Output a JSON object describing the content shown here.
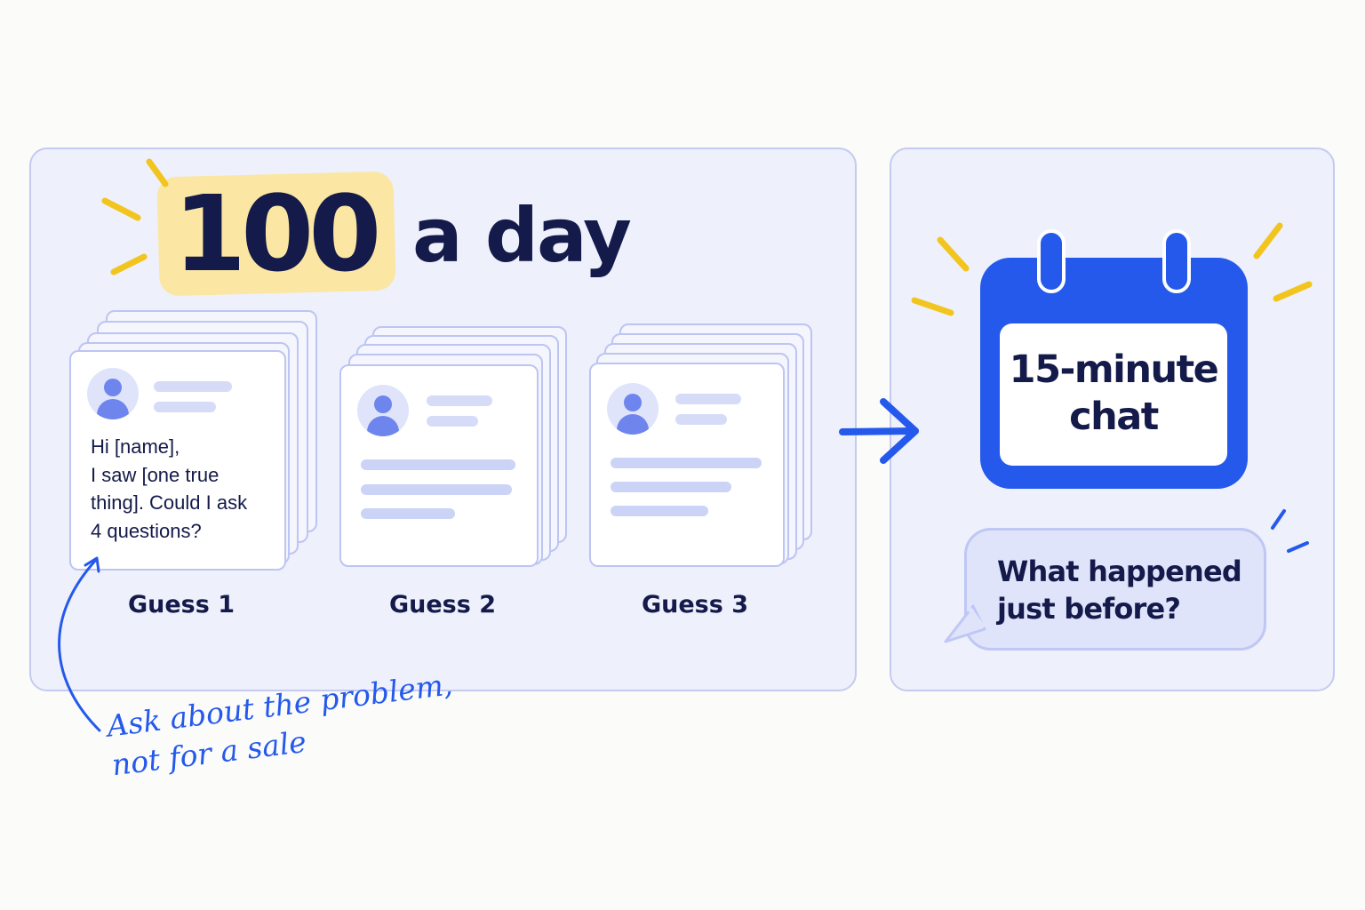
{
  "headline": {
    "number": "100",
    "rest": "a day"
  },
  "cards": [
    {
      "label": "Guess 1",
      "message": "Hi [name],\nI saw [one true\nthing]. Could I ask\n4 questions?"
    },
    {
      "label": "Guess 2"
    },
    {
      "label": "Guess 3"
    }
  ],
  "calendar": {
    "text": "15-minute chat"
  },
  "bubble": {
    "text": "What happened\njust before?"
  },
  "annotation": {
    "text": "Ask about the problem,\nnot for a sale"
  },
  "colors": {
    "accent": "#2459ec",
    "highlight": "#fbe7a3",
    "spark": "#f2c51e",
    "ink": "#141a4a",
    "panel": "#eef0fb"
  },
  "icons": [
    "user-avatar-icon",
    "calendar-icon",
    "arrow-right-icon",
    "speech-bubble-icon"
  ]
}
